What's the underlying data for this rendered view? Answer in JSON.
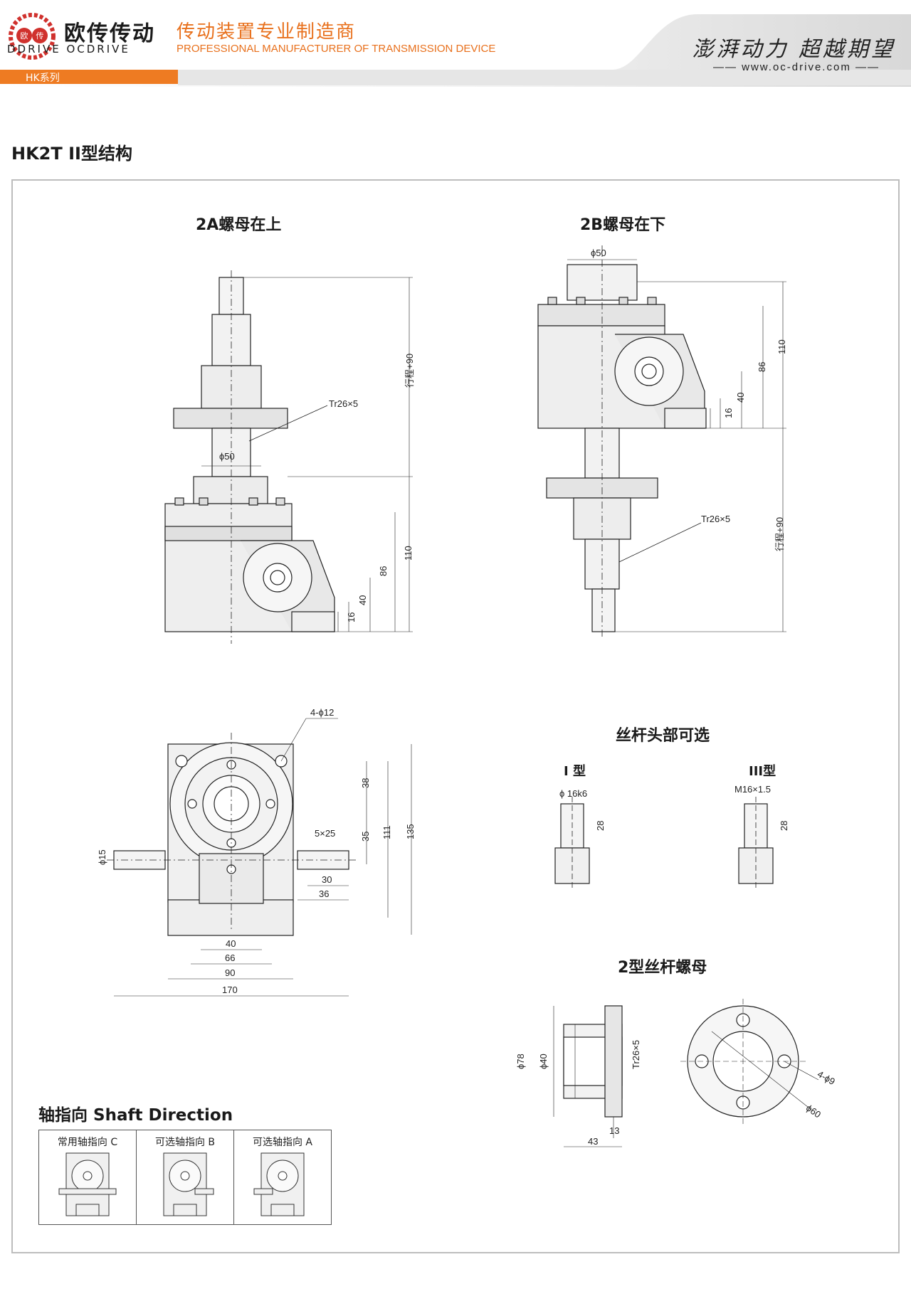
{
  "header": {
    "brand_cn": "欧传传动",
    "brand_en": "DDRIVE OCDRIVE",
    "tagline_cn": "传动装置专业制造商",
    "tagline_en": "PROFESSIONAL MANUFACTURER OF TRANSMISSION DEVICE",
    "slogan": "澎湃动力 超越期望",
    "url": "www.oc-drive.com",
    "series_label": "HK系列",
    "logo_chars": [
      "欧",
      "传"
    ]
  },
  "page_title": "HK2T II型结构",
  "views": {
    "view_2a_title": "2A螺母在上",
    "view_2b_title": "2B螺母在下",
    "screw_head_title": "丝杆头部可选",
    "type_1": "I 型",
    "type_3": "III型",
    "nut_title": "2型丝杆螺母"
  },
  "dims": {
    "tr": "Tr26×5",
    "phi50": "ϕ50",
    "stroke": "行程+90",
    "d110": "110",
    "d86": "86",
    "d40": "40",
    "d16": "16",
    "holes": "4-ϕ12",
    "d38": "38",
    "d35": "35",
    "d111": "111",
    "d135": "135",
    "key": "5×25",
    "phi15": "ϕ15",
    "d30": "30",
    "d36": "36",
    "d40b": "40",
    "d66": "66",
    "d90": "90",
    "d170": "170",
    "phi16k6": "ϕ 16k6",
    "d28": "28",
    "m16": "M16×1.5",
    "phi78": "ϕ78",
    "phi40": "ϕ40",
    "tr_nut": "Tr26×5",
    "d13": "13",
    "d43": "43",
    "holes9": "4-ϕ9",
    "phi60": "ϕ60"
  },
  "shaft": {
    "title": "轴指向 Shaft Direction",
    "cells": [
      "常用轴指向 C",
      "可选轴指向 B",
      "可选轴指向 A"
    ]
  }
}
